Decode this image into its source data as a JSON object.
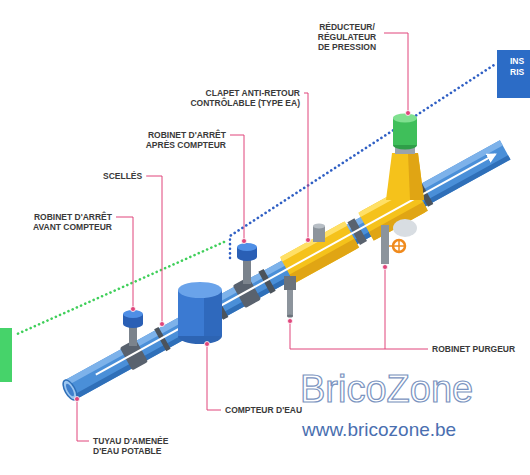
{
  "diagram": {
    "nodes": [
      {
        "text": [
          "INS RIS"
        ]
      }
    ],
    "labels": [
      "RÉDUCTEUR/ RÉGULATEUR DE PRESSION",
      "CLAPET ANTI-RETOUR CONTRÔLABLE (TYPE EA)",
      "ROBINET D'ARRÊT APRÈS COMPTEUR",
      "SCELLÉS",
      "ROBINET D'ARRÊT AVANT COMPTEUR",
      "ROBINET PURGEUR",
      "BricoZone",
      "COMPTEUR D'EAU",
      "www.bricozone.be",
      "TUYAU D'AMENÉE D'EAU POTABLE"
    ]
  }
}
